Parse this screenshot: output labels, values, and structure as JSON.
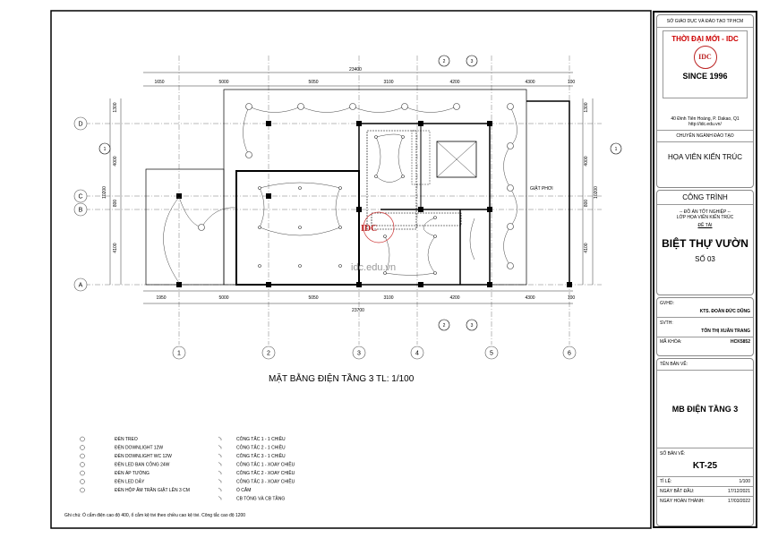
{
  "drawing": {
    "title": "MẶT BẰNG ĐIỆN TẦNG 3 TL: 1/100",
    "watermark": "idc.edu.vn",
    "watermark_logo": "IDC",
    "room_label": "GIẶT PHƠI",
    "axes_x": [
      "1",
      "2",
      "3",
      "4",
      "5",
      "6"
    ],
    "axes_y": [
      "D",
      "C",
      "B",
      "A"
    ],
    "section_marks": [
      "1",
      "2",
      "3",
      "1",
      "2",
      "3"
    ],
    "dim_top_total": "23400",
    "dim_top": [
      "1650",
      "5000",
      "5050",
      "3100",
      "4200",
      "4300",
      "100"
    ],
    "dim_bottom_total": "23700",
    "dim_bottom": [
      "1950",
      "5000",
      "5050",
      "3100",
      "4200",
      "4300",
      "100"
    ],
    "dim_left": [
      "1300",
      "4000",
      "800",
      "4100"
    ],
    "dim_left_total": "10200",
    "dim_right": [
      "1300",
      "4000",
      "800",
      "4100"
    ],
    "dim_right_total": "10200"
  },
  "legend": {
    "left": [
      {
        "icon": "pendant-light-icon",
        "label": "ĐÈN TREO"
      },
      {
        "icon": "downlight-icon",
        "label": "ĐÈN DOWNLIGHT 12W"
      },
      {
        "icon": "downlight-wc-icon",
        "label": "ĐÈN DOWNLIGHT WC 12W"
      },
      {
        "icon": "balcony-led-icon",
        "label": "ĐÈN LED BAN CÔNG 24W"
      },
      {
        "icon": "wall-light-icon",
        "label": "ĐÈN ÁP TƯỜNG"
      },
      {
        "icon": "led-strip-icon",
        "label": "ĐÈN LED DÂY"
      },
      {
        "icon": "recessed-box-light-icon",
        "label": "ĐÈN HỘP ÂM TRẦN GIẬT LÊN 3 CM"
      }
    ],
    "right": [
      {
        "icon": "switch-icon",
        "label": "CÔNG TẮC 1 - 1 CHIỀU"
      },
      {
        "icon": "switch-icon",
        "label": "CÔNG TẮC 2 - 1 CHIỀU"
      },
      {
        "icon": "switch-icon",
        "label": "CÔNG TẮC 3 - 1 CHIỀU"
      },
      {
        "icon": "two-way-switch-icon",
        "label": "CÔNG TẮC 1 - XOAY CHIỀU"
      },
      {
        "icon": "two-way-switch-icon",
        "label": "CÔNG TẮC 2 - XOAY CHIỀU"
      },
      {
        "icon": "two-way-switch-icon",
        "label": "CÔNG TẮC 3 - XOAY CHIỀU"
      },
      {
        "icon": "socket-icon",
        "label": "Ổ CẮM"
      },
      {
        "icon": "breaker-icon",
        "label": "CB TỔNG VÀ CB TẦNG"
      }
    ],
    "note": "Ghi chú: Ổ cắm điện cao độ 400, ổ cắm kệ tivi theo chiều cao kệ tivi. Công tắc cao độ 1200"
  },
  "title_block": {
    "department": "SỞ GIÁO DỤC VÀ ĐÀO TẠO TP.HCM",
    "school": "THỜI ĐẠI MỚI - IDC",
    "logo_text": "IDC",
    "since": "SINCE 1996",
    "address": "40 Đinh Tiên Hoàng, P. Dakao, Q1",
    "website": "http://idc.edu.vn/",
    "major_label": "CHUYÊN NGÀNH ĐÀO TẠO",
    "major": "HỌA VIÊN KIẾN TRÚC",
    "project_label": "CÔNG TRÌNH",
    "project_line1": "-- ĐỒ ÁN TỐT NGHIỆP --",
    "project_line2": "LỚP HỌA VIÊN KIẾN TRÚC",
    "topic_label": "ĐỀ TÀI",
    "topic": "BIỆT THỰ VƯỜN",
    "topic_no": "SỐ 03",
    "gvhd_label": "GVHD:",
    "gvhd": "KTS. ĐOÀN ĐỨC DŨNG",
    "svth_label": "SVTH:",
    "svth": "TÔN THỊ XUÂN TRANG",
    "course_label": "MÃ KHÓA:",
    "course": "HCK5852",
    "sheet_name_label": "TÊN BẢN VẼ:",
    "sheet_name": "MB ĐIỆN TẦNG 3",
    "sheet_no_label": "SỐ BẢN VẼ:",
    "sheet_no": "KT-25",
    "scale_label": "TỈ LỆ:",
    "scale": "1/100",
    "start_label": "NGÀY BẮT ĐẦU:",
    "start": "17/12/2021",
    "end_label": "NGÀY HOÀN THÀNH:",
    "end": "17/03/2022"
  }
}
